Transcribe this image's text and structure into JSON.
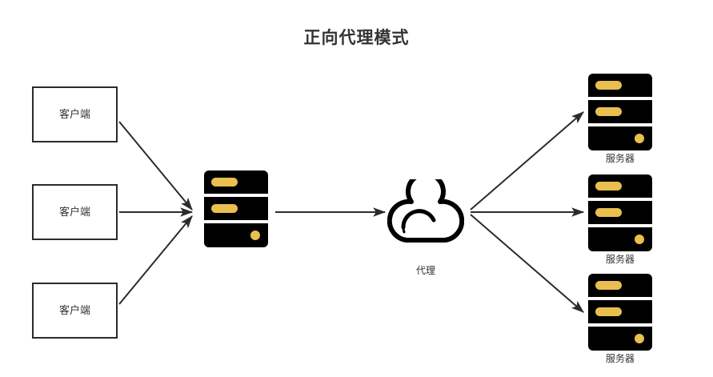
{
  "diagram": {
    "title": "正向代理模式",
    "background_color": "#ffffff",
    "line_color": "#2b2b2b",
    "icon_black": "#000000",
    "icon_accent": "#e9bf4f",
    "text_color": "#333333"
  },
  "clients": [
    {
      "label": "客户端"
    },
    {
      "label": "客户端"
    },
    {
      "label": "客户端"
    }
  ],
  "proxy_server": {
    "name": "proxy-server-icon",
    "panels": [
      "pill",
      "pill",
      "dot"
    ]
  },
  "cloud": {
    "label": "代理",
    "icon": "cloud-icon"
  },
  "servers": [
    {
      "label": "服务器"
    },
    {
      "label": "服务器"
    },
    {
      "label": "服务器"
    }
  ],
  "connections": {
    "client_to_proxy": "arrow",
    "proxy_to_cloud": "arrow",
    "cloud_to_servers": "arrow"
  }
}
